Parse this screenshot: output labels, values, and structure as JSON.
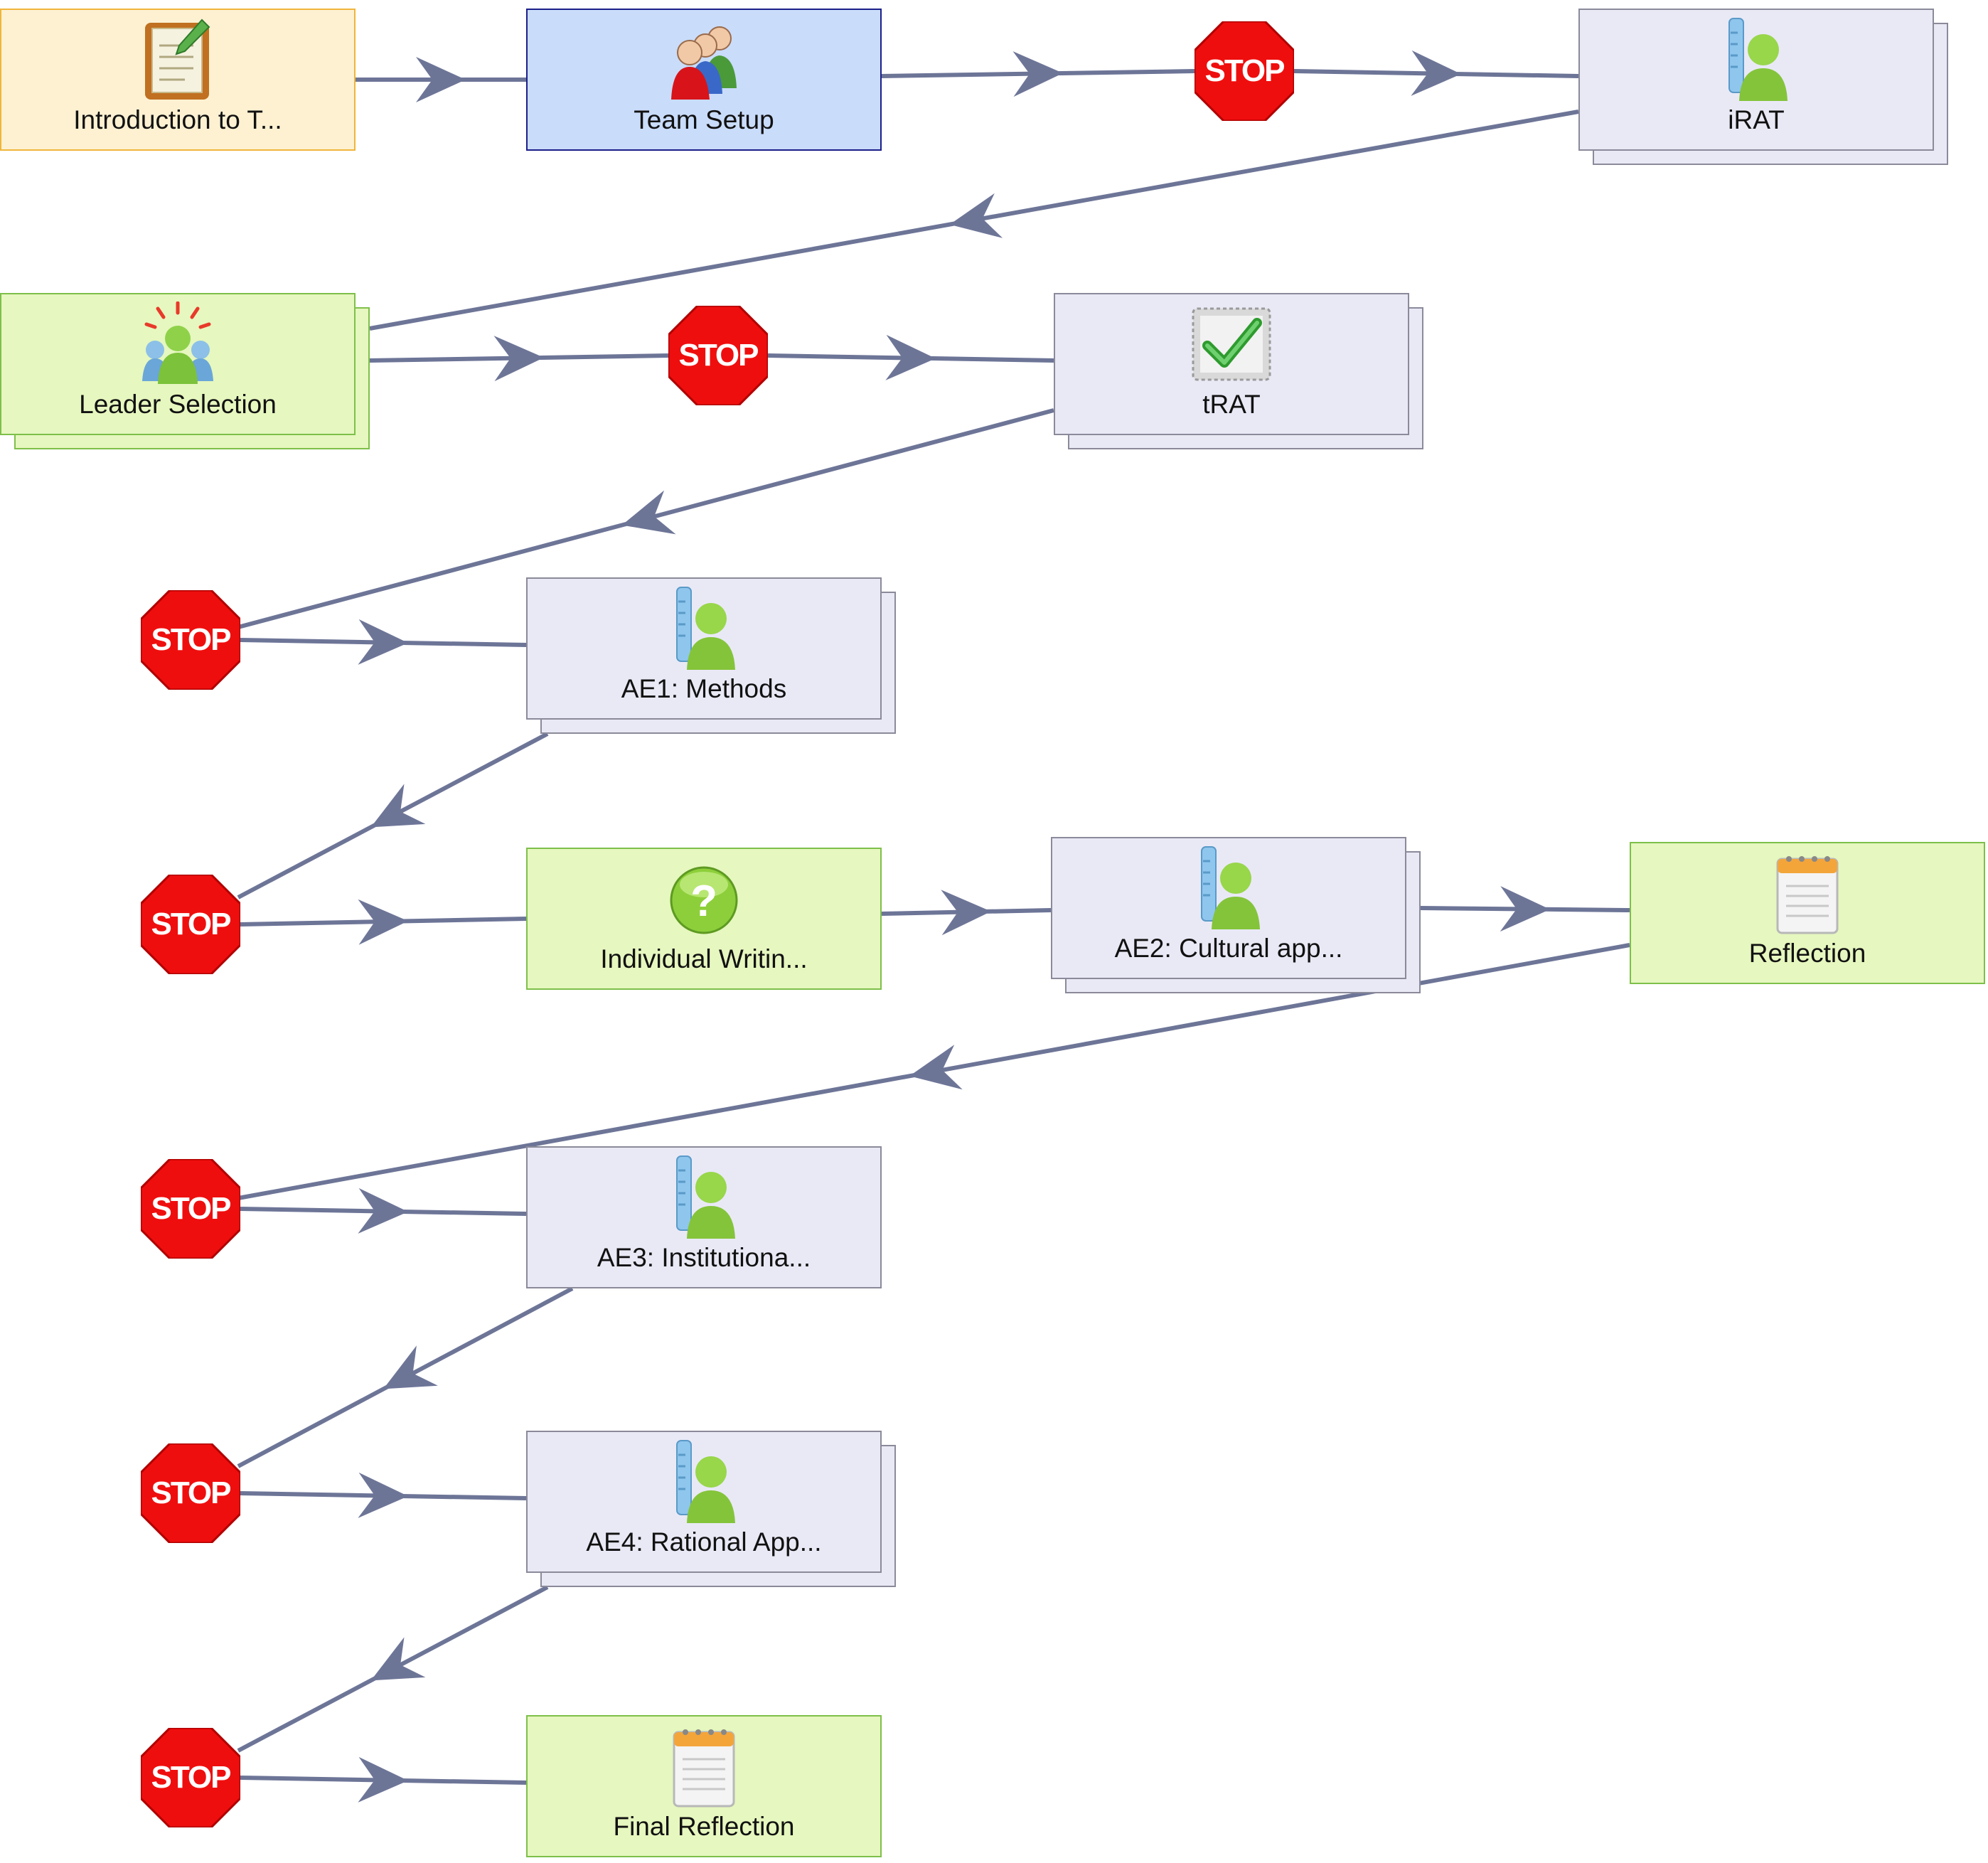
{
  "colors": {
    "wire": "#6d7597",
    "orange_fill": "#fdf1d2",
    "orange_border": "#f0b53a",
    "blue_fill": "#c9dcfa",
    "blue_border": "#1b1f8a",
    "grey_fill": "#e9e9f6",
    "grey_border": "#8a8a9a",
    "green_fill": "#e6f7bf",
    "green_border": "#7ec04a",
    "stop_red": "#ef0e0e"
  },
  "stop_label": "STOP",
  "activities": {
    "intro": {
      "label": "Introduction to T...",
      "icon": "notebook-pencil-icon",
      "style": "orange"
    },
    "team_setup": {
      "label": "Team Setup",
      "icon": "group-icon",
      "style": "blue"
    },
    "irat": {
      "label": "iRAT",
      "icon": "assessment-person-icon",
      "style": "grey"
    },
    "leader": {
      "label": "Leader Selection",
      "icon": "leader-icon",
      "style": "green"
    },
    "trat": {
      "label": "tRAT",
      "icon": "check-badge-icon",
      "style": "grey"
    },
    "ae1": {
      "label": "AE1: Methods",
      "icon": "assessment-person-icon",
      "style": "grey"
    },
    "iw": {
      "label": "Individual Writin...",
      "icon": "question-icon",
      "style": "green"
    },
    "ae2": {
      "label": "AE2: Cultural app...",
      "icon": "assessment-person-icon",
      "style": "grey"
    },
    "reflection": {
      "label": "Reflection",
      "icon": "notepad-icon",
      "style": "green"
    },
    "ae3": {
      "label": "AE3: Institutiona...",
      "icon": "assessment-person-icon",
      "style": "grey"
    },
    "ae4": {
      "label": "AE4: Rational App...",
      "icon": "assessment-person-icon",
      "style": "grey"
    },
    "final": {
      "label": "Final Reflection",
      "icon": "notepad-icon",
      "style": "green"
    }
  },
  "stop_gates": [
    "stop-1",
    "stop-2",
    "stop-3",
    "stop-4",
    "stop-5",
    "stop-6",
    "stop-7"
  ],
  "transitions": [
    [
      "intro",
      "team_setup"
    ],
    [
      "team_setup",
      "stop-1"
    ],
    [
      "stop-1",
      "irat"
    ],
    [
      "irat",
      "leader"
    ],
    [
      "leader",
      "stop-2"
    ],
    [
      "stop-2",
      "trat"
    ],
    [
      "trat",
      "stop-3"
    ],
    [
      "stop-3",
      "ae1"
    ],
    [
      "ae1",
      "stop-4"
    ],
    [
      "stop-4",
      "iw"
    ],
    [
      "iw",
      "ae2"
    ],
    [
      "ae2",
      "reflection"
    ],
    [
      "reflection",
      "stop-5"
    ],
    [
      "stop-5",
      "ae3"
    ],
    [
      "ae3",
      "stop-6"
    ],
    [
      "stop-6",
      "ae4"
    ],
    [
      "ae4",
      "stop-7"
    ],
    [
      "stop-7",
      "final"
    ]
  ]
}
